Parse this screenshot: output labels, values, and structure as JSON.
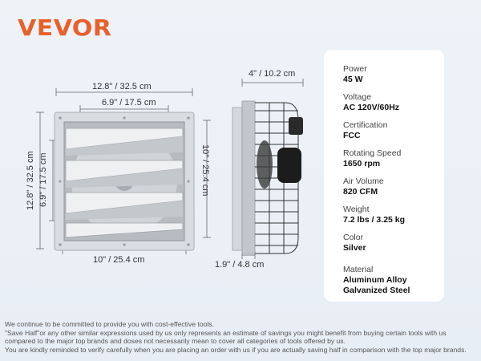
{
  "brand": {
    "name": "VEVOR",
    "color": "#e8612c"
  },
  "front_view": {
    "top_width": "12.8\" / 32.5 cm",
    "inner_width": "6.9\" / 17.5 cm",
    "left_height": "12.8\" / 32.5 cm",
    "inner_height": "6.9\" / 17.5 cm",
    "right_height": "10\" / 25.4 cm",
    "bottom_width": "10\" / 25.4 cm"
  },
  "side_view": {
    "top_depth": "4\" / 10.2 cm",
    "bottom_depth": "1.9\" / 4.8 cm"
  },
  "specs": [
    {
      "label": "Power",
      "value": "45 W"
    },
    {
      "label": "Voltage",
      "value": "AC 120V/60Hz"
    },
    {
      "label": "Certification",
      "value": "FCC"
    },
    {
      "label": "Rotating Speed",
      "value": "1650 rpm"
    },
    {
      "label": "Air Volume",
      "value": "820 CFM"
    },
    {
      "label": "Weight",
      "value": "7.2 lbs / 3.25 kg"
    },
    {
      "label": "Color",
      "value": "Silver"
    },
    {
      "label": "Material",
      "value": "Aluminum Alloy",
      "value2": "Galvanized Steel"
    }
  ],
  "disclaimer": {
    "line1": "We continue to be committed to provide you with cost-effective tools.",
    "line2": "\"Save Half\"or any other similar expressions used by us only represents an estimate of savings you might benefit from buying certain tools with us",
    "line3": "compared to the major top brands and doses not necessarily mean to cover all categories of tools offered by us.",
    "line4": "You are kindly reminded to verify carefully when you are placing an order with us if you are actually saving half in comparison with the top major brands."
  }
}
